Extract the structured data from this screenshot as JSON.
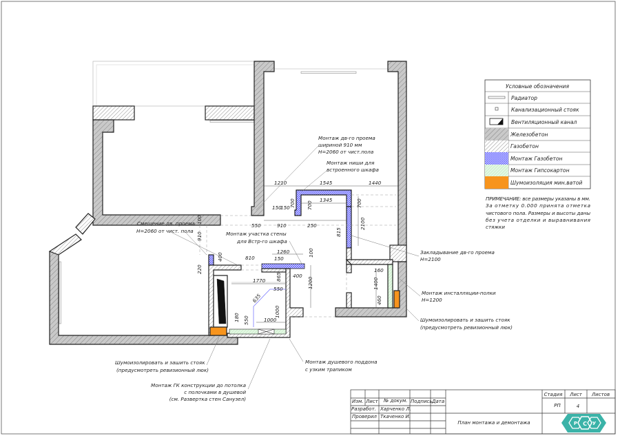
{
  "legend": {
    "title": "Условные обозначения",
    "items": [
      {
        "label": "Радиатор",
        "icon": "radiator-icon"
      },
      {
        "label": "Канализационный стояк",
        "icon": "sewer-riser-icon"
      },
      {
        "label": "Вентиляционный канал",
        "icon": "ventilation-duct-icon"
      },
      {
        "label": "Железобетон",
        "icon": "reinforced-concrete-swatch"
      },
      {
        "label": "Газобетон",
        "icon": "aerated-concrete-swatch"
      },
      {
        "label": "Монтаж Газобетон",
        "icon": "aerated-concrete-install-swatch"
      },
      {
        "label": "Монтаж Гипсокартон",
        "icon": "drywall-install-swatch"
      },
      {
        "label": "Шумоизоляция мин.ватой",
        "icon": "mineral-wool-swatch"
      }
    ],
    "colors": {
      "concrete": "#c8c8c8",
      "install_gas": "#3a3aff",
      "drywall": "#d8f5d8",
      "wool": "#f7941d"
    }
  },
  "note": {
    "lines": [
      "ПРИМЕЧАНИЕ: все размеры указаны в мм.",
      "За отметку 0.000 принята отметка",
      "чистового пола. Размеры и высоты даны",
      "без учета отделки и выравнивания",
      "стяжки"
    ]
  },
  "annotations": {
    "door_install": [
      "Монтаж дв-го проема",
      "шириной 910 мм",
      "H=2060 от чист.пола"
    ],
    "niche": [
      "Монтаж ниши для",
      "встроенного шкафа"
    ],
    "door_shift": [
      "Смещение дв. проема",
      "H=2060 от чист. пола"
    ],
    "wall_section": [
      "Монтаж участка стены",
      "для Встр-го шкафа"
    ],
    "door_closing": [
      "Закладывание дв-го проема",
      "H=2100"
    ],
    "installation_shelf": [
      "Монтаж инсталляции-полки",
      "H=1200"
    ],
    "riser_right": [
      "Шумоизолировать и зашить стояк",
      "(предусмотреть ревизионный люк)"
    ],
    "riser_left": [
      "Шумоизолировать и зашить стояк",
      "(предусмотреть ревизионный люк)"
    ],
    "gk_construction": [
      "Монтаж ГК конструкции до потолка",
      "с полочками в душевой",
      "(см. Развертка стен Санузел)"
    ],
    "shower_tray": [
      "Монтаж душевого поддона",
      "с узким трапиком"
    ]
  },
  "dimensions": {
    "d1210": "1210",
    "d1545": "1545",
    "d1440": "1440",
    "d150a": "150",
    "d150b": "150",
    "d700a": "700",
    "d700b": "700",
    "d700c": "700",
    "d1345": "1345",
    "d550a": "550",
    "d910a": "910",
    "d250": "250",
    "d2100": "2100",
    "d815": "815",
    "d100a": "100",
    "d910b": "910",
    "d220": "220",
    "d400a": "400",
    "d1260": "1260",
    "d810": "810",
    "d150c": "150",
    "d100b": "100",
    "d400b": "400",
    "d1770": "1770",
    "d865": "865",
    "d550b": "550",
    "d635": "635",
    "d1200": "1200",
    "d1000a": "1000",
    "d1000b": "1000",
    "d550c": "550",
    "d180": "180",
    "d160": "160",
    "d1400": "1400",
    "d460": "460"
  },
  "title_block": {
    "headers": [
      "Изм.",
      "Лист",
      "№ докум.",
      "Подпись",
      "Дата"
    ],
    "developed_label": "Разработ.",
    "developed_name": "Харченко Л.",
    "checked_label": "Проверил",
    "checked_name": "Ткаченко И.",
    "sheet_title": "План монтажа и демонтажа",
    "stage_label": "Стадия",
    "sheet_label": "Лист",
    "sheets_label": "Листов",
    "stage": "РП",
    "sheet": "4",
    "sheets": "",
    "logo_letters": [
      "Р",
      "С",
      "У"
    ],
    "logo_color": "#3bb3a8"
  }
}
